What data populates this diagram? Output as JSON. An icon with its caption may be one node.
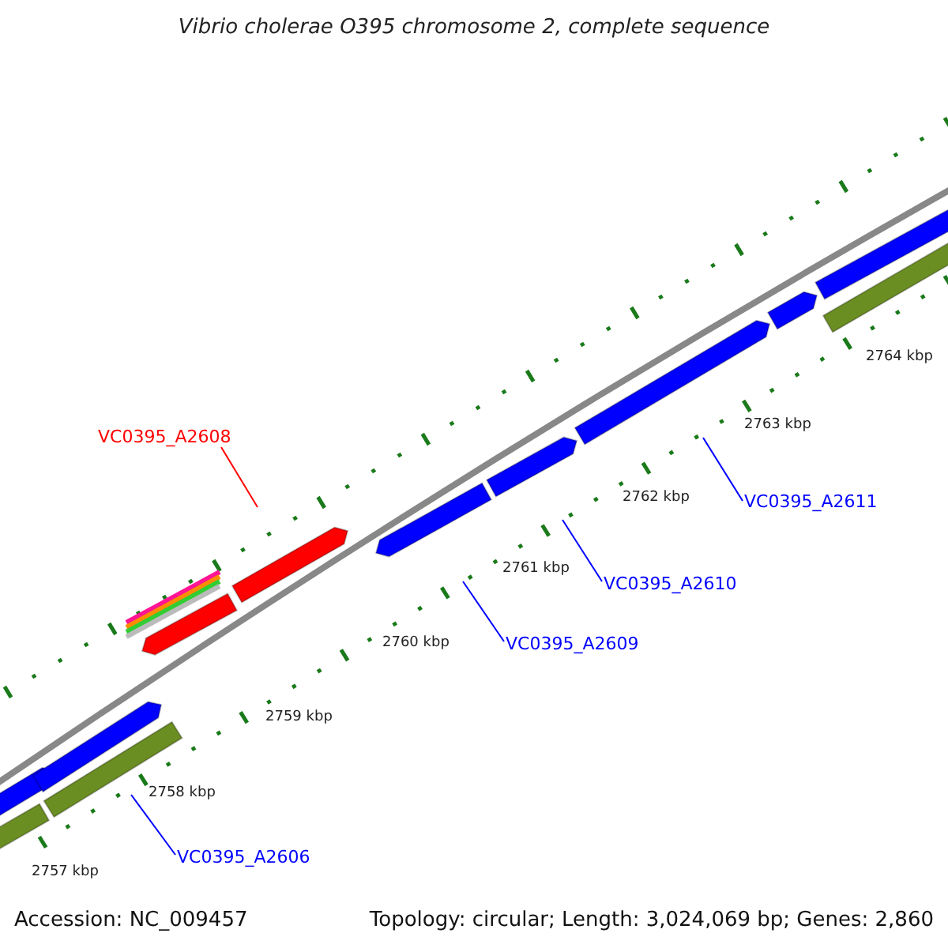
{
  "diagram": {
    "title": "Vibrio cholerae O395 chromosome 2, complete sequence",
    "nodes": [
      {
        "text": [
          "VC0395_A2608"
        ]
      },
      {
        "text": [
          "VC0395_A2611"
        ]
      },
      {
        "text": [
          "VC0395_A2610"
        ]
      },
      {
        "text": [
          "VC0395_A2609"
        ]
      },
      {
        "text": [
          "VC0395_A2606"
        ]
      }
    ],
    "edges": [
      {
        "from": 0,
        "to": null,
        "arrow": "none",
        "color": "#ff0000"
      },
      {
        "from": 1,
        "to": null,
        "arrow": "none"
      },
      {
        "from": 2,
        "to": null,
        "arrow": "none"
      },
      {
        "from": 3,
        "to": null,
        "arrow": "none"
      },
      {
        "from": 4,
        "to": null,
        "arrow": "none"
      }
    ],
    "labels": [
      "2764 kbp",
      "2763 kbp",
      "2762 kbp",
      "2761 kbp",
      "2760 kbp",
      "2759 kbp",
      "2758 kbp",
      "2757 kbp",
      "Accession: NC_009457",
      "Topology: circular; Length: 3,024,069 bp; Genes: 2,860"
    ]
  }
}
